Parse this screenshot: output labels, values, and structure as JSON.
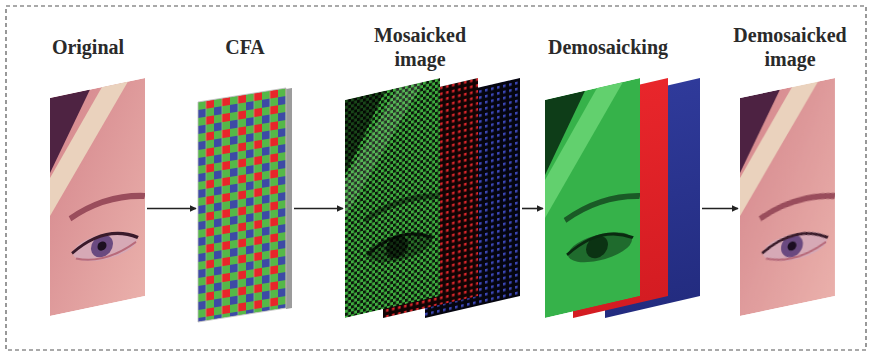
{
  "diagram": {
    "nodes": [
      {
        "text": [
          "Original"
        ]
      },
      {
        "text": [
          "CFA"
        ]
      },
      {
        "text": [
          "Mosaicked image"
        ]
      },
      {
        "text": [
          "Demosaicking"
        ]
      },
      {
        "text": [
          "Demosaicked image"
        ]
      }
    ],
    "edges": [
      {
        "from": 0,
        "to": 1,
        "arrow": "to"
      },
      {
        "from": 1,
        "to": 2,
        "arrow": "to"
      },
      {
        "from": 2,
        "to": 3,
        "arrow": "to"
      },
      {
        "from": 3,
        "to": 4,
        "arrow": "to"
      }
    ]
  }
}
